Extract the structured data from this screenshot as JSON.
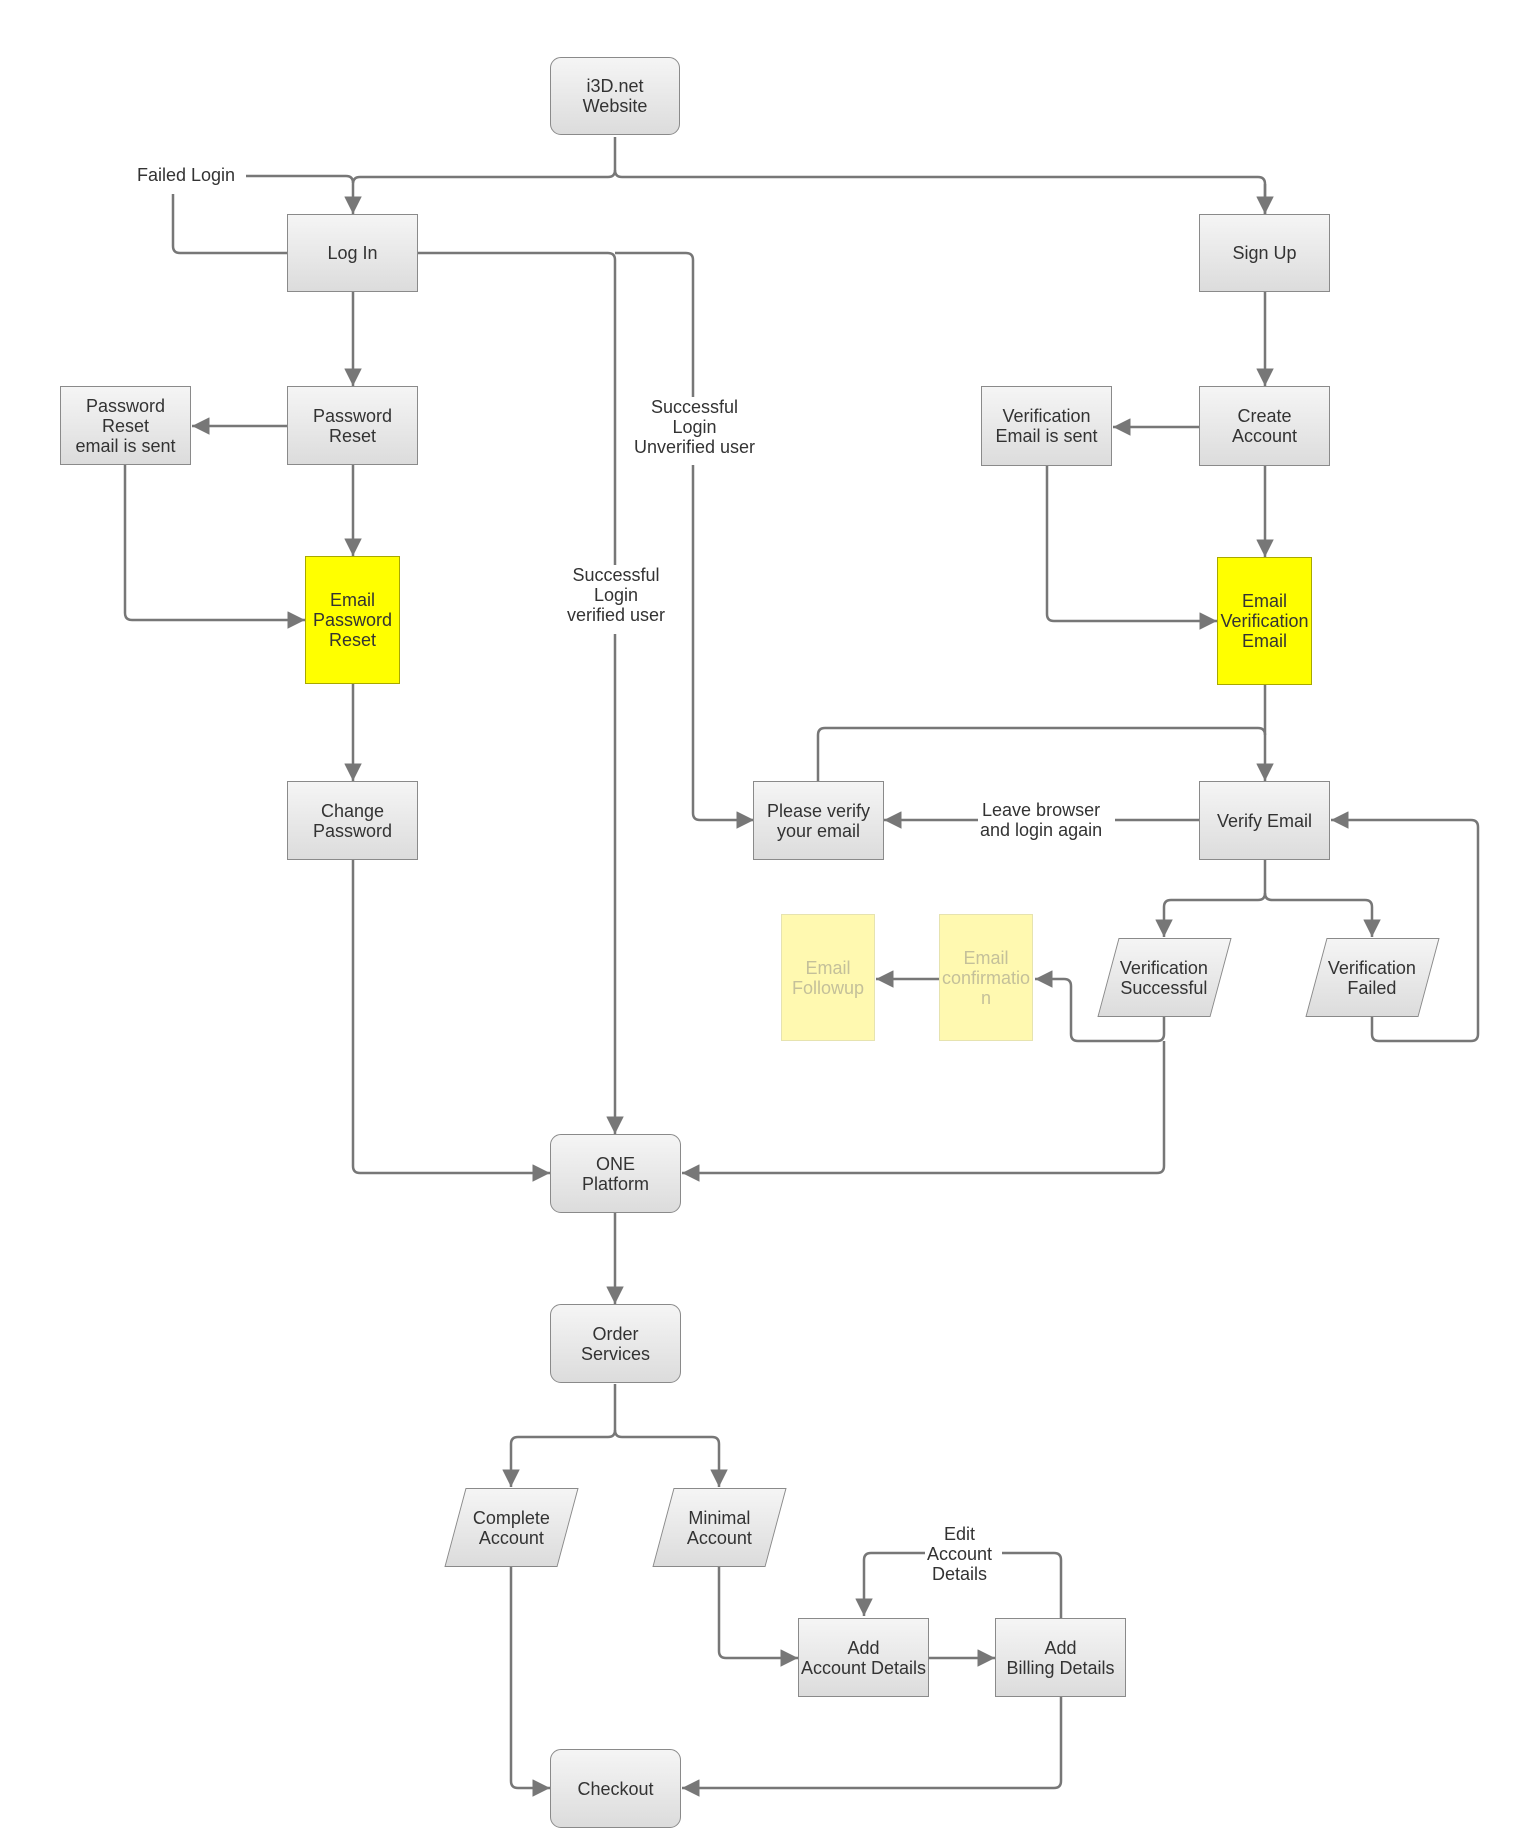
{
  "nodes": {
    "website": "i3D.net\nWebsite",
    "login": "Log In",
    "signup": "Sign Up",
    "password_reset": "Password\nReset",
    "password_reset_sent": "Password Reset\nemail is sent",
    "email_password_reset": "Email\nPassword\nReset",
    "change_password": "Change\nPassword",
    "create_account": "Create\nAccount",
    "verification_sent": "Verification\nEmail is sent",
    "email_verification": "Email\nVerification\nEmail",
    "please_verify": "Please verify\nyour email",
    "verify_email": "Verify Email",
    "verification_successful": "Verification\nSuccessful",
    "verification_failed": "Verification\nFailed",
    "email_confirmation": "Email\nconfirmatio\nn",
    "email_followup": "Email\nFollowup",
    "one_platform": "ONE\nPlatform",
    "order_services": "Order\nServices",
    "complete_account": "Complete\nAccount",
    "minimal_account": "Minimal\nAccount",
    "add_account_details": "Add\nAccount Details",
    "add_billing_details": "Add\nBilling Details",
    "checkout": "Checkout"
  },
  "labels": {
    "failed_login": "Failed Login",
    "unverified": "Successful\nLogin\nUnverified user",
    "verified": "Successful\nLogin\nverified user",
    "leave_browser": "Leave browser\nand login again",
    "edit_account": "Edit\nAccount\nDetails"
  },
  "colors": {
    "highlight": "#ffff00",
    "faded_highlight": "#fff9b0",
    "node_fill": "#e6e6e6",
    "edge": "#777777"
  }
}
